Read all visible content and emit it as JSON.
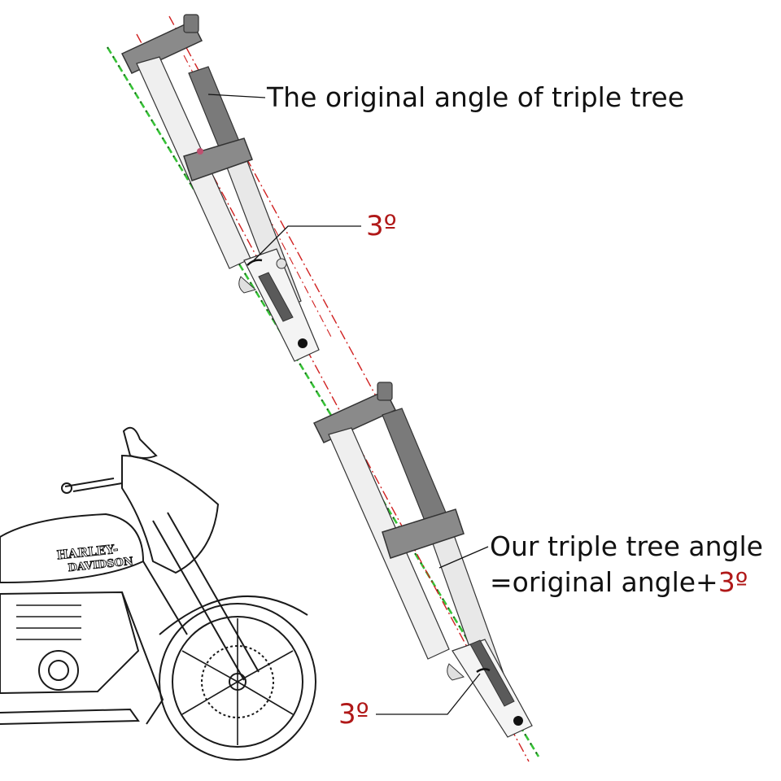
{
  "labels": {
    "original_angle": "The original angle of triple tree",
    "top_degree": "3º",
    "our_angle_line1": "Our triple tree angle",
    "our_angle_line2_prefix": "=original angle+",
    "our_angle_line2_degree": "3º",
    "bottom_degree": "3º"
  },
  "logo_text": [
    "HARLEY-",
    "DAVIDSON"
  ],
  "colors": {
    "accent_red": "#b01818",
    "guide_green": "#36c236",
    "fork_dark": "#6e6e6e",
    "fork_light": "#e6e6e6",
    "line_art": "#1a1a1a"
  }
}
